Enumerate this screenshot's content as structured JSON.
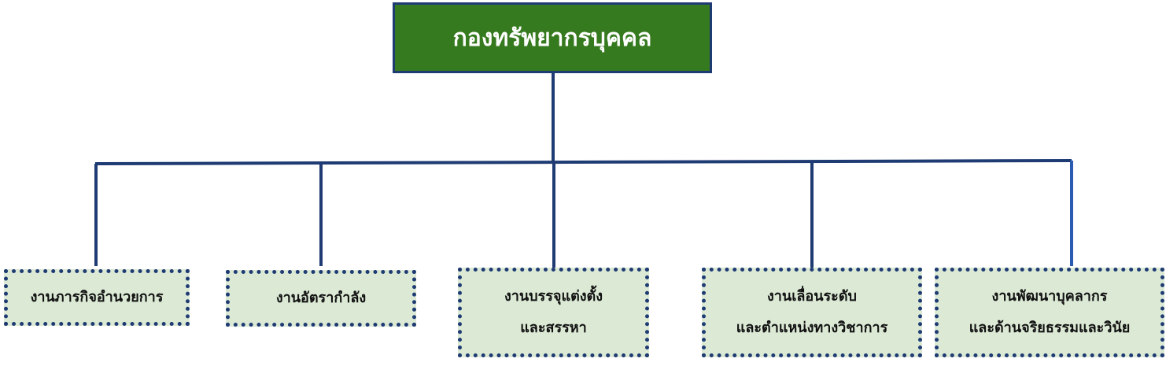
{
  "root": {
    "label": "กองทรัพยากรบุคคล"
  },
  "units": [
    {
      "line1": "งานภารกิจอำนวยการ",
      "line2": ""
    },
    {
      "line1": "งานอัตรากำลัง",
      "line2": ""
    },
    {
      "line1": "งานบรรจุแต่งตั้ง",
      "line2": "และสรรหา"
    },
    {
      "line1": "งานเลื่อนระดับ",
      "line2": "และตำแหน่งทางวิชาการ"
    },
    {
      "line1": "งานพัฒนาบุคลากร",
      "line2": "และด้านจริยธรรมและวินัย"
    }
  ],
  "colors": {
    "root_fill": "#367a1f",
    "box_fill": "#dbe9d5",
    "line": "#1f3b73"
  }
}
